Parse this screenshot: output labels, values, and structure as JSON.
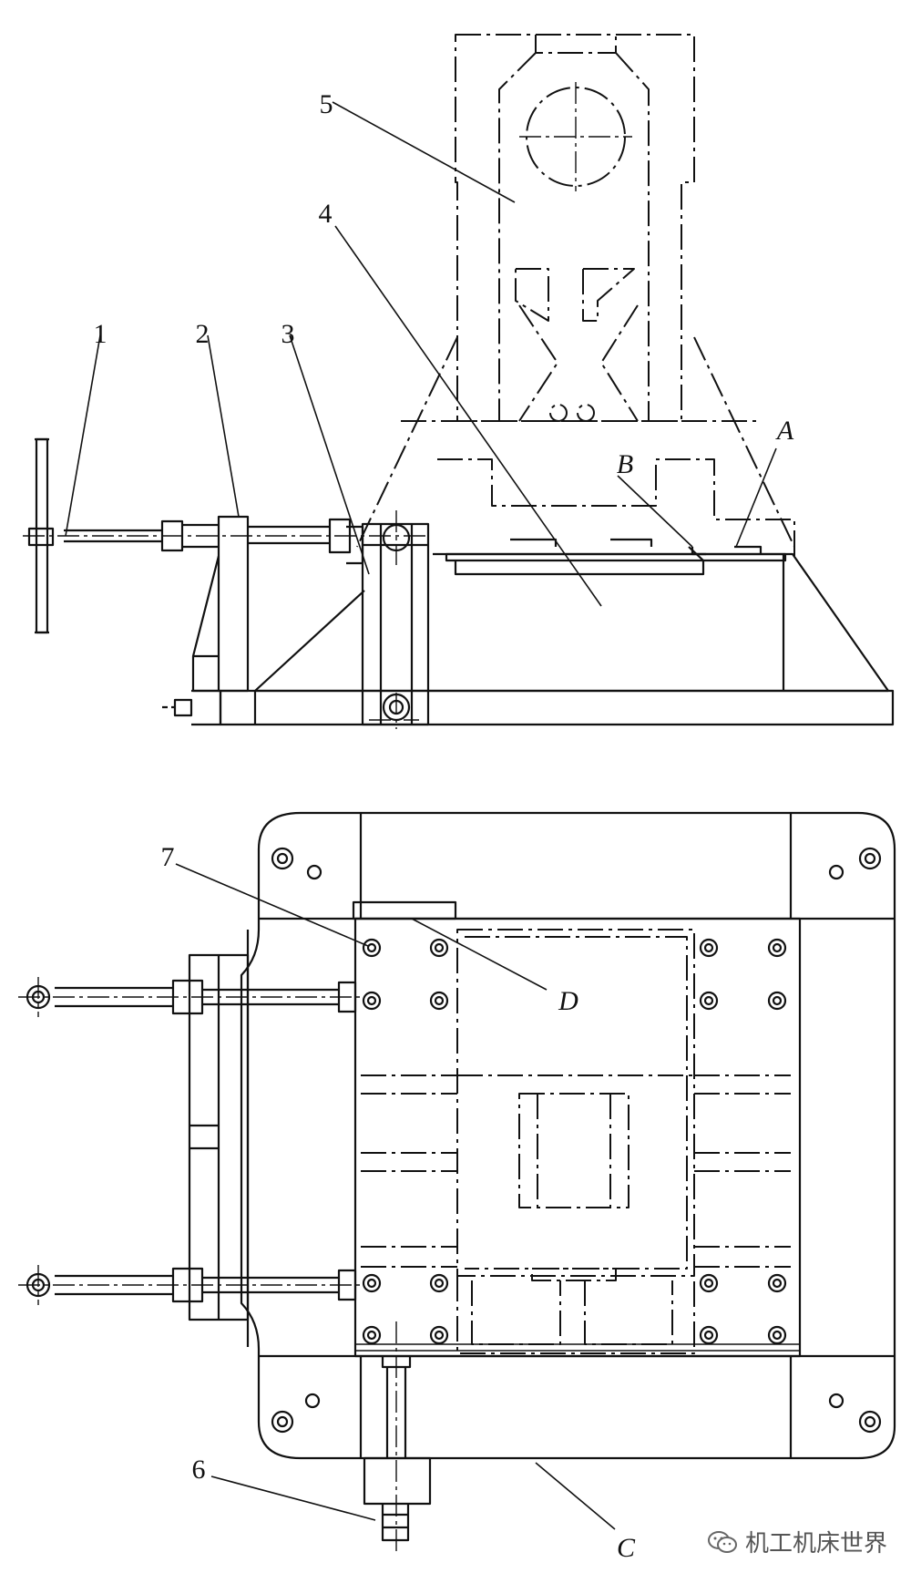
{
  "labels": {
    "n1": "1",
    "n2": "2",
    "n3": "3",
    "n4": "4",
    "n5": "5",
    "n6": "6",
    "n7": "7",
    "A": "A",
    "B": "B",
    "C": "C",
    "D": "D"
  },
  "watermark": {
    "text": "机工机床世界",
    "icon": "wechat-icon"
  }
}
